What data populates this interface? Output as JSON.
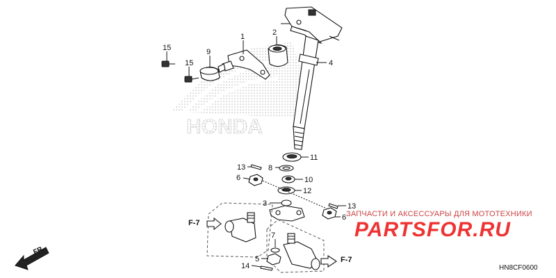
{
  "diagram": {
    "code": "HN8CF0600",
    "brand_watermark": "HONDA",
    "shop_tagline": "ЗАПЧАСТИ И АКСЕССУАРЫ ДЛЯ МОТОТЕХНИКИ",
    "shop_logo": "PARTSFOR.RU",
    "front_label": "FR.",
    "ref_left": "F-7",
    "ref_right": "F-7"
  },
  "callouts": [
    {
      "id": "c1",
      "label": "1"
    },
    {
      "id": "c2",
      "label": "2"
    },
    {
      "id": "c3",
      "label": "3"
    },
    {
      "id": "c4",
      "label": "4"
    },
    {
      "id": "c5",
      "label": "5"
    },
    {
      "id": "c6a",
      "label": "6"
    },
    {
      "id": "c6b",
      "label": "6"
    },
    {
      "id": "c7",
      "label": "7"
    },
    {
      "id": "c8",
      "label": "8"
    },
    {
      "id": "c9",
      "label": "9"
    },
    {
      "id": "c10",
      "label": "10"
    },
    {
      "id": "c11",
      "label": "11"
    },
    {
      "id": "c12",
      "label": "12"
    },
    {
      "id": "c13a",
      "label": "13"
    },
    {
      "id": "c13b",
      "label": "13"
    },
    {
      "id": "c14",
      "label": "14"
    },
    {
      "id": "c15a",
      "label": "15"
    },
    {
      "id": "c15b",
      "label": "15"
    }
  ],
  "colors": {
    "line": "#111111",
    "watermark": "#d33333",
    "honda_dots": "#bbbbbb"
  }
}
